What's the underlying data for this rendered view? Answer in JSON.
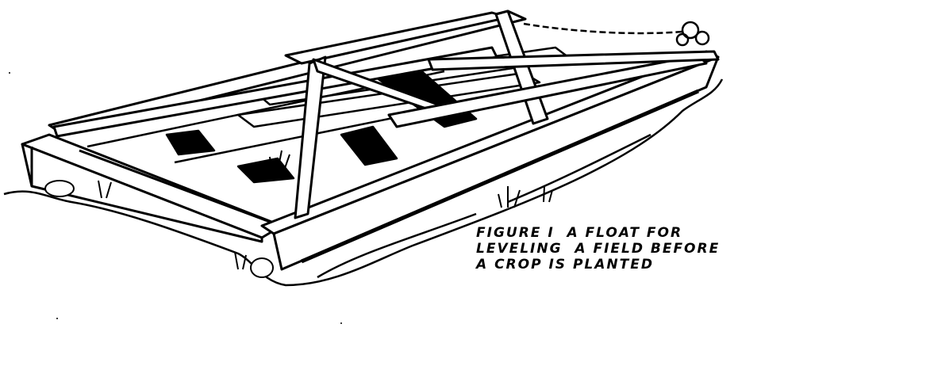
{
  "figure": {
    "caption_lines": [
      "FIGURE I  A FLOAT FOR",
      "LEVELING  A FIELD BEFORE",
      "A CROP IS PLANTED"
    ]
  },
  "colors": {
    "ink": "#000000",
    "paper": "#ffffff"
  }
}
